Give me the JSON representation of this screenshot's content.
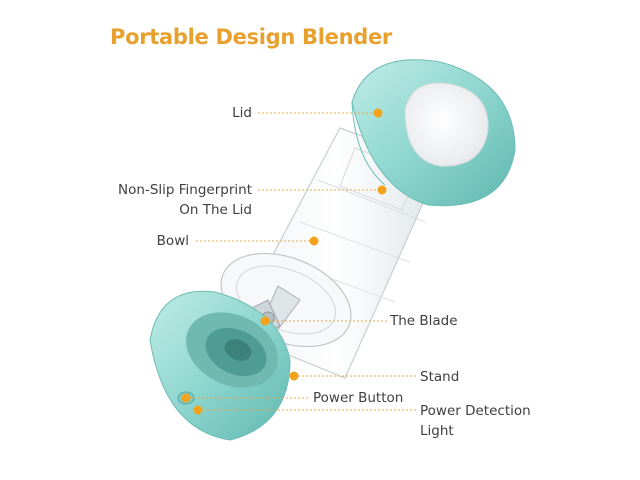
{
  "title": "Portable Design Blender",
  "labels": {
    "lid": "Lid",
    "fingerprint_line1": "Non-Slip Fingerprint",
    "fingerprint_line2": "On The Lid",
    "bowl": "Bowl",
    "blade": "The Blade",
    "stand": "Stand",
    "power_button": "Power Button",
    "power_light_line1": "Power Detection",
    "power_light_line2": "Light"
  },
  "colors": {
    "title": "#e8a02e",
    "marker": "#f2a31b",
    "leader": "#e8a84a",
    "label_text": "#404040",
    "body_mint": "#8ed6cf"
  }
}
